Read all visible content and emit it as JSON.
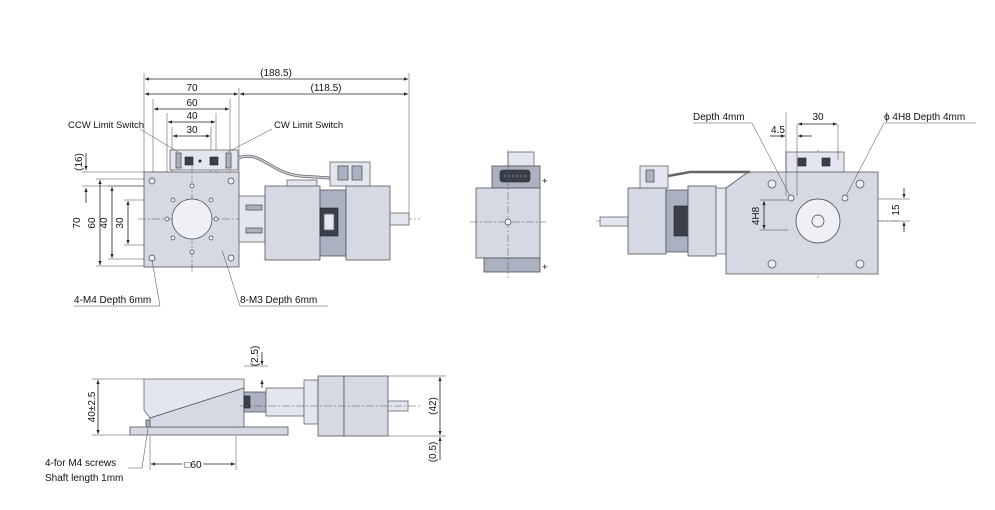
{
  "front_view": {
    "dims": {
      "overall": "(188.5)",
      "motor": "(118.5)",
      "w70": "70",
      "w60": "60",
      "w40": "40",
      "w30": "30",
      "h16": "(16)",
      "h70": "70",
      "h60": "60",
      "h40": "40",
      "h30": "30"
    },
    "labels": {
      "ccw": "CCW Limit Switch",
      "cw": "CW Limit Switch",
      "m4": "4-M4 Depth 6mm",
      "m3": "8-M3 Depth 6mm"
    }
  },
  "right_view": {
    "dims": {
      "d45": "4.5",
      "d30": "30",
      "d15": "15",
      "h8": "4H8"
    },
    "labels": {
      "depth": "Depth 4mm",
      "phi": "ϕ 4H8 Depth 4mm"
    }
  },
  "side_view": {
    "dims": {
      "h40": "40±2.5",
      "h25": "(2.5)",
      "h42": "(42)",
      "h05": "(0.5)",
      "sq60": "□60"
    },
    "labels": {
      "screws": "4-for M4 screws",
      "shaft": "Shaft length 1mm"
    }
  }
}
